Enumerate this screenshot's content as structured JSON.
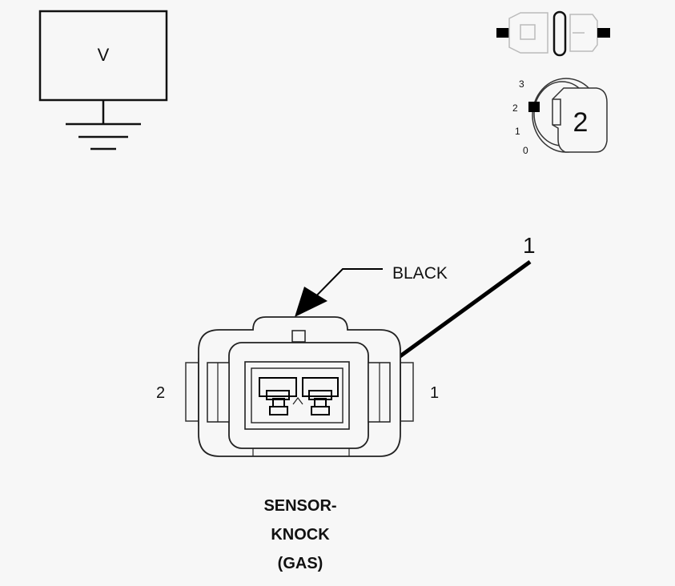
{
  "meter": {
    "label": "V"
  },
  "ignition": {
    "positions": [
      "3",
      "2",
      "1",
      "0"
    ],
    "key_label": "2"
  },
  "connector": {
    "color_callout": "BLACK",
    "callout_number": "1",
    "pin_left": "2",
    "pin_right": "1"
  },
  "caption": {
    "lines": [
      "SENSOR-",
      "KNOCK",
      "(GAS)"
    ]
  }
}
